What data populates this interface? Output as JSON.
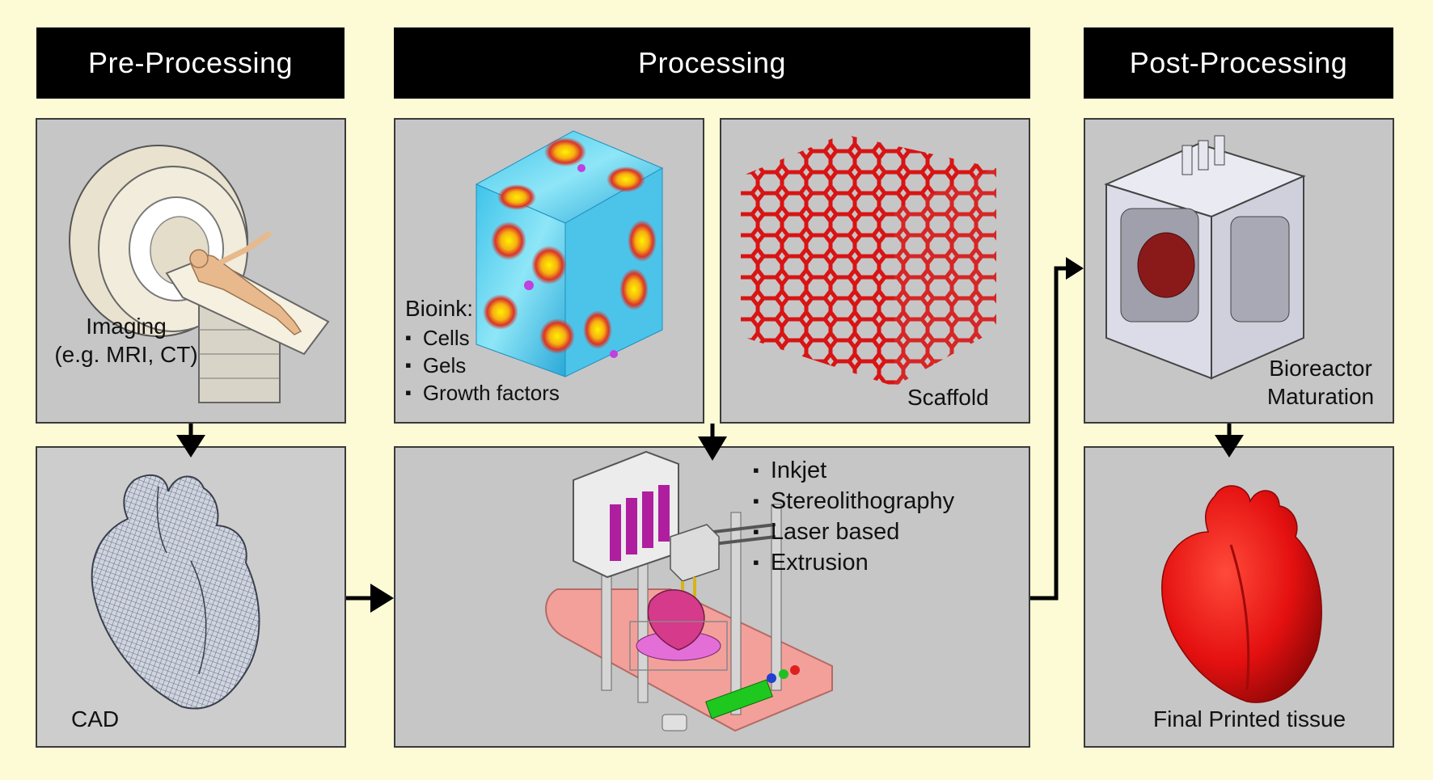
{
  "stages": {
    "pre": "Pre-Processing",
    "processing": "Processing",
    "post": "Post-Processing"
  },
  "panels": {
    "imaging": {
      "line1": "Imaging",
      "line2": "(e.g. MRI, CT)"
    },
    "cad": {
      "label": "CAD"
    },
    "bioink": {
      "title": "Bioink:",
      "items": [
        "Cells",
        "Gels",
        "Growth factors"
      ]
    },
    "scaffold": {
      "label": "Scaffold"
    },
    "printer": {
      "methods": [
        "Inkjet",
        "Stereolithography",
        "Laser based",
        "Extrusion"
      ]
    },
    "bioreactor": {
      "line1": "Bioreactor",
      "line2": "Maturation"
    },
    "final": {
      "label": "Final Printed tissue"
    }
  },
  "colors": {
    "background": "#fdfbd6",
    "header": "#000000",
    "panel": "#c6c6c6",
    "heart_red": "#e41010",
    "scaffold_red": "#d81414",
    "bed_pink": "#f3a09a"
  },
  "icons": [
    "mri-scanner-icon",
    "wireframe-heart-icon",
    "bioink-cube-icon",
    "scaffold-lattice-icon",
    "bioprinter-icon",
    "bioreactor-icon",
    "printed-heart-icon"
  ]
}
